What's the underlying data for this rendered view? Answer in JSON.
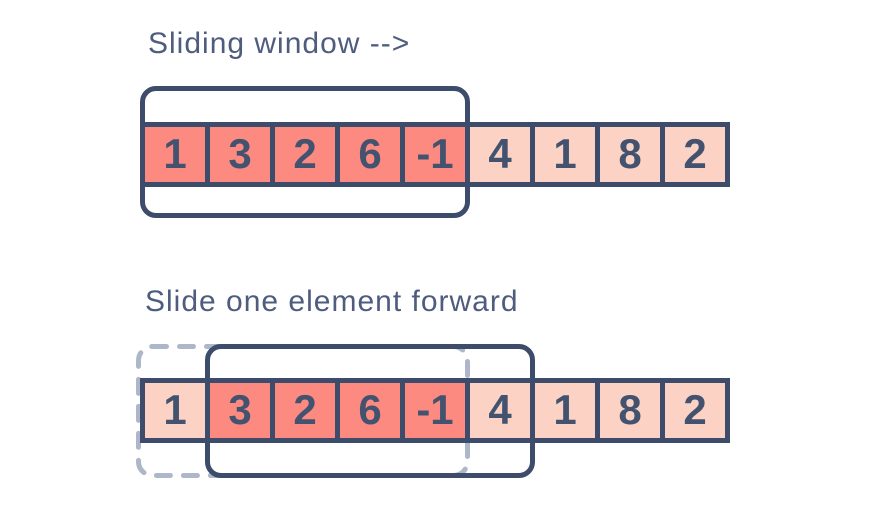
{
  "colors": {
    "background": "#ffffff",
    "cell_active": "#fc8a80",
    "cell_inactive": "#fcd2c4",
    "outline": "#3d4c6a",
    "number": "#43536f",
    "title": "#4e5c7e",
    "dashed_outline": "#aeb7c9"
  },
  "diagram": {
    "panels": [
      {
        "title": "Sliding window -->",
        "window": {
          "start_index": 0,
          "length": 5,
          "style": "solid"
        },
        "cells": [
          {
            "value": "1",
            "in_window": true
          },
          {
            "value": "3",
            "in_window": true
          },
          {
            "value": "2",
            "in_window": true
          },
          {
            "value": "6",
            "in_window": true
          },
          {
            "value": "-1",
            "in_window": true
          },
          {
            "value": "4",
            "in_window": false
          },
          {
            "value": "1",
            "in_window": false
          },
          {
            "value": "8",
            "in_window": false
          },
          {
            "value": "2",
            "in_window": false
          }
        ]
      },
      {
        "title": "Slide one element forward",
        "window": {
          "start_index": 1,
          "length": 5,
          "style": "solid"
        },
        "previous_window": {
          "start_index": 0,
          "length": 5,
          "style": "dashed"
        },
        "cells": [
          {
            "value": "1",
            "in_window": false
          },
          {
            "value": "3",
            "in_window": true
          },
          {
            "value": "2",
            "in_window": true
          },
          {
            "value": "6",
            "in_window": true
          },
          {
            "value": "-1",
            "in_window": true
          },
          {
            "value": "4",
            "in_window": false
          },
          {
            "value": "1",
            "in_window": false
          },
          {
            "value": "8",
            "in_window": false
          },
          {
            "value": "2",
            "in_window": false
          }
        ]
      }
    ]
  }
}
